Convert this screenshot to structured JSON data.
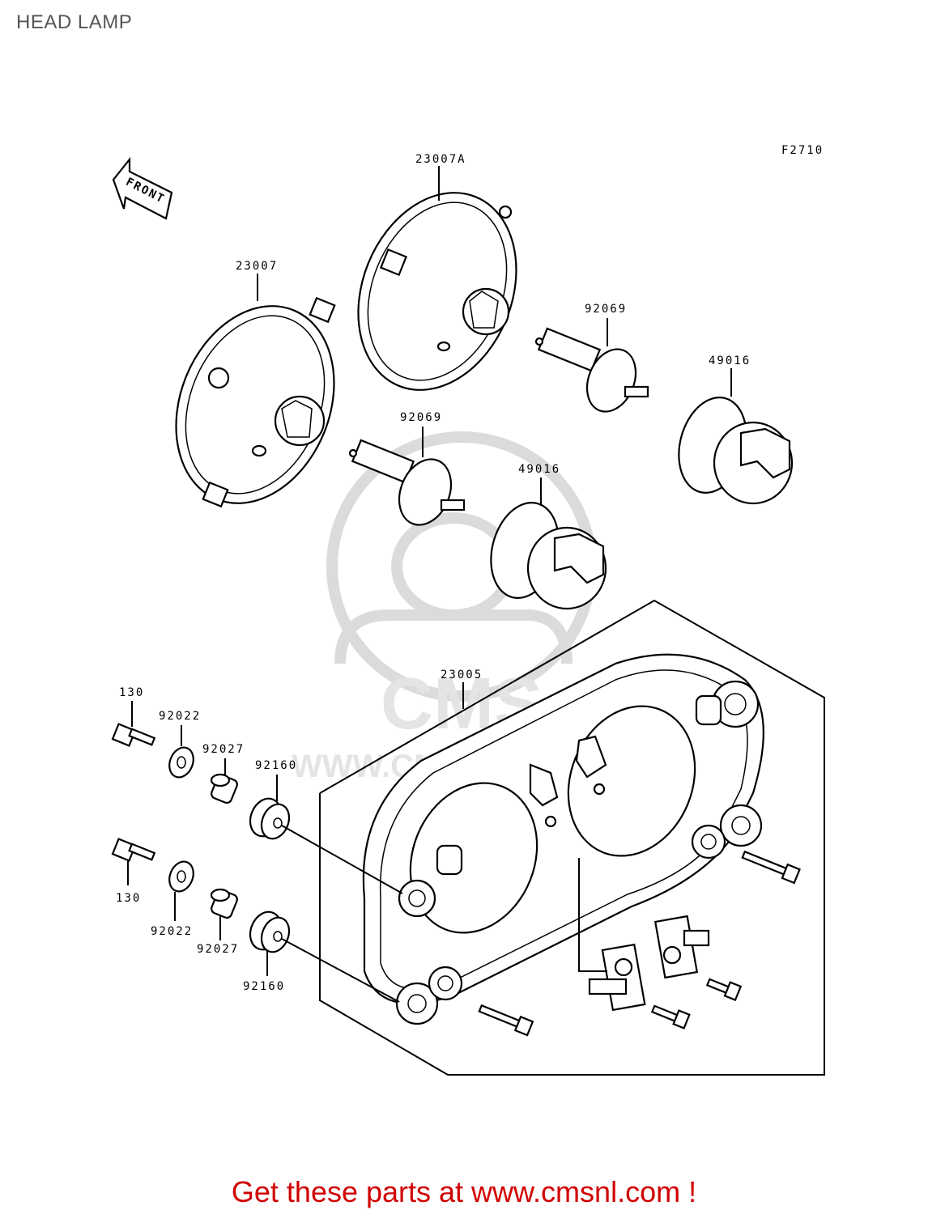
{
  "page": {
    "title": "HEAD LAMP",
    "figure_code": "F2710",
    "front_marker": "FRONT",
    "footer": "Get these parts at www.cmsnl.com !"
  },
  "watermark": {
    "letters": "CMS",
    "url": "WWW.CMSNL.COM"
  },
  "parts": {
    "p23007A": "23007A",
    "p23007": "23007",
    "p92069_upper": "92069",
    "p92069_lower": "92069",
    "p49016_upper": "49016",
    "p49016_lower": "49016",
    "p23005": "23005",
    "p130_upper": "130",
    "p130_lower": "130",
    "p92022_upper": "92022",
    "p92022_lower": "92022",
    "p92027_upper": "92027",
    "p92027_lower": "92027",
    "p92160_upper": "92160",
    "p92160_lower": "92160"
  }
}
